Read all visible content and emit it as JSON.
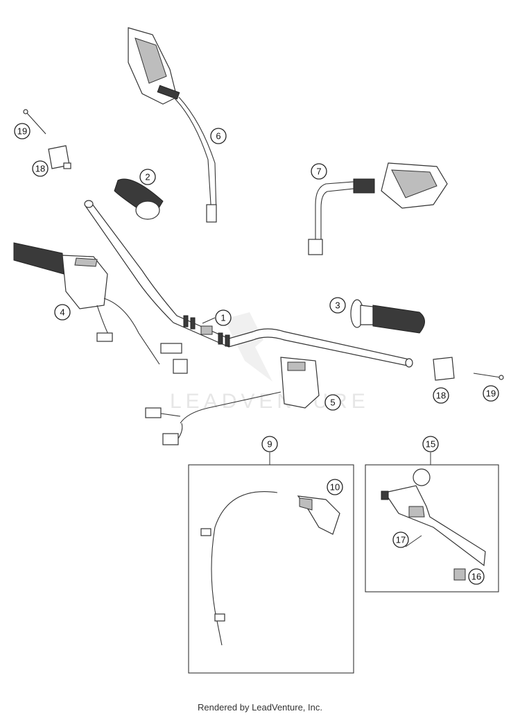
{
  "callouts": {
    "c1": "1",
    "c2": "2",
    "c3": "3",
    "c4": "4",
    "c5": "5",
    "c6": "6",
    "c7": "7",
    "c9": "9",
    "c10": "10",
    "c15": "15",
    "c16": "16",
    "c17": "17",
    "c18a": "18",
    "c18b": "18",
    "c19a": "19",
    "c19b": "19"
  },
  "watermark": "LEADVENTURE",
  "footer": "Rendered by LeadVenture, Inc.",
  "icons": [
    "mirror-left",
    "mirror-right",
    "handlebar",
    "grip",
    "switch",
    "lever",
    "cable",
    "bar-end"
  ]
}
